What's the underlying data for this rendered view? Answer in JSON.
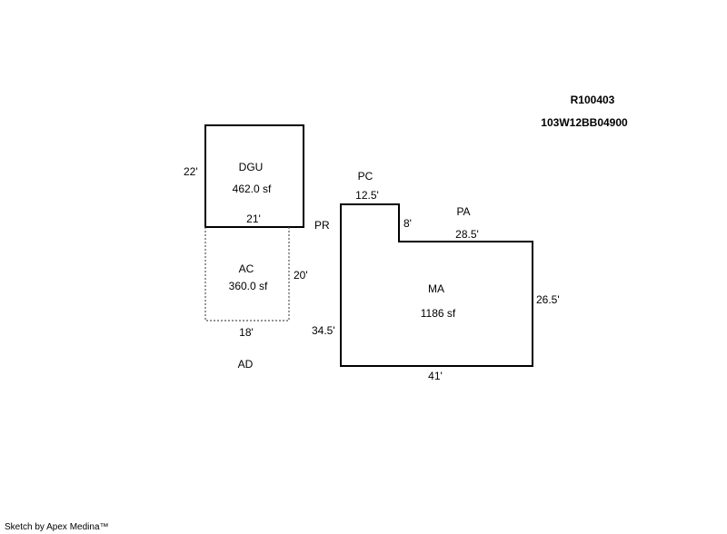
{
  "header": {
    "account_id": "R100403",
    "map_number": "103W12BB04900"
  },
  "areas": {
    "dgu": {
      "code": "DGU",
      "size": "462.0 sf",
      "side_left": "22'",
      "side_bottom": "21'"
    },
    "ac": {
      "code": "AC",
      "size": "360.0 sf",
      "side_right": "20'",
      "side_bottom": "18'"
    },
    "ad": {
      "code": "AD"
    },
    "pr": {
      "code": "PR"
    },
    "pc": {
      "code": "PC",
      "side_top": "12.5'"
    },
    "pa": {
      "code": "PA"
    },
    "ma": {
      "code": "MA",
      "size": "1186 sf",
      "side_notch": "8'",
      "side_top_right": "28.5'",
      "side_right": "26.5'",
      "side_left": "34.5'",
      "side_bottom": "41'"
    }
  },
  "footer": {
    "credit": "Sketch by Apex Medina™"
  },
  "colors": {
    "line": "#000000",
    "dashed_line": "#555555",
    "background": "#ffffff"
  }
}
